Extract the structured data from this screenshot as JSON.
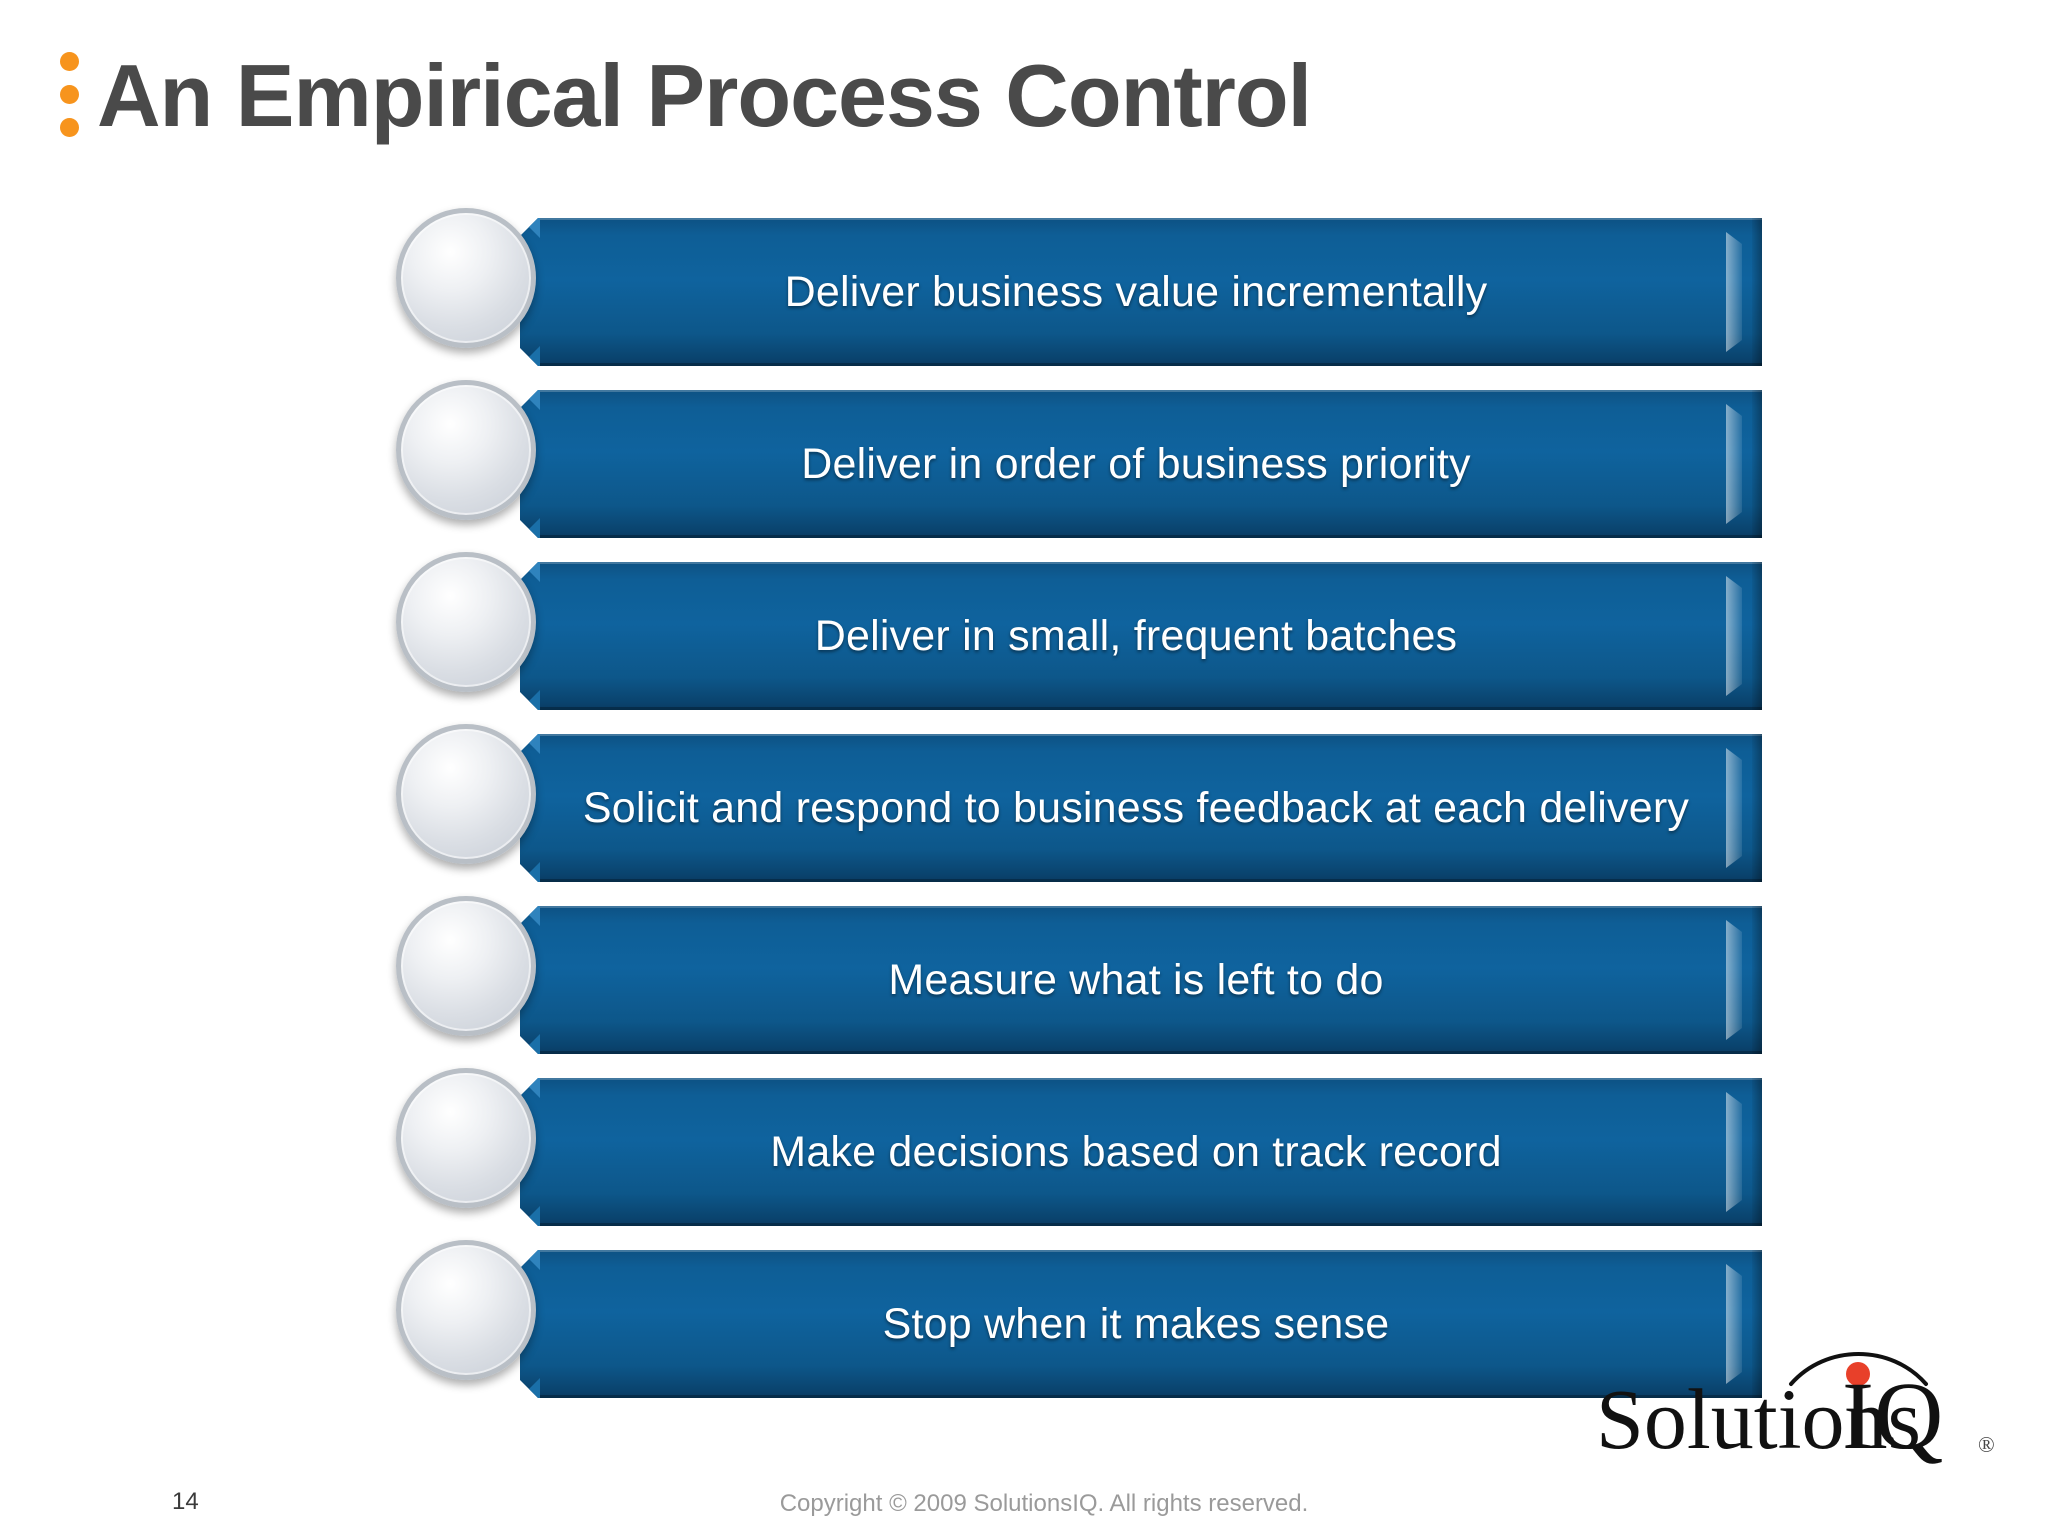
{
  "slide": {
    "title": "An Empirical Process Control",
    "title_bullet_dots": 3,
    "accent_orange": "#F7941D",
    "bar_blue": "#0F639E",
    "circle_silver": "#DADEE4",
    "background": "#FFFFFF"
  },
  "bars": [
    {
      "label": "Deliver business value incrementally"
    },
    {
      "label": "Deliver in order of business priority"
    },
    {
      "label": "Deliver in small, frequent batches"
    },
    {
      "label": "Solicit and respond to business feedback at each delivery"
    },
    {
      "label": "Measure what is left to do"
    },
    {
      "label": "Make decisions based on track record"
    },
    {
      "label": "Stop when it makes sense"
    }
  ],
  "footer": {
    "page_number": "14",
    "copyright": "Copyright © 2009 SolutionsIQ. All rights reserved."
  },
  "logo": {
    "text_primary": "Solutions",
    "text_secondary": "IQ",
    "registered_mark": "®",
    "dot_color": "#E8402A",
    "text_color": "#111111"
  }
}
